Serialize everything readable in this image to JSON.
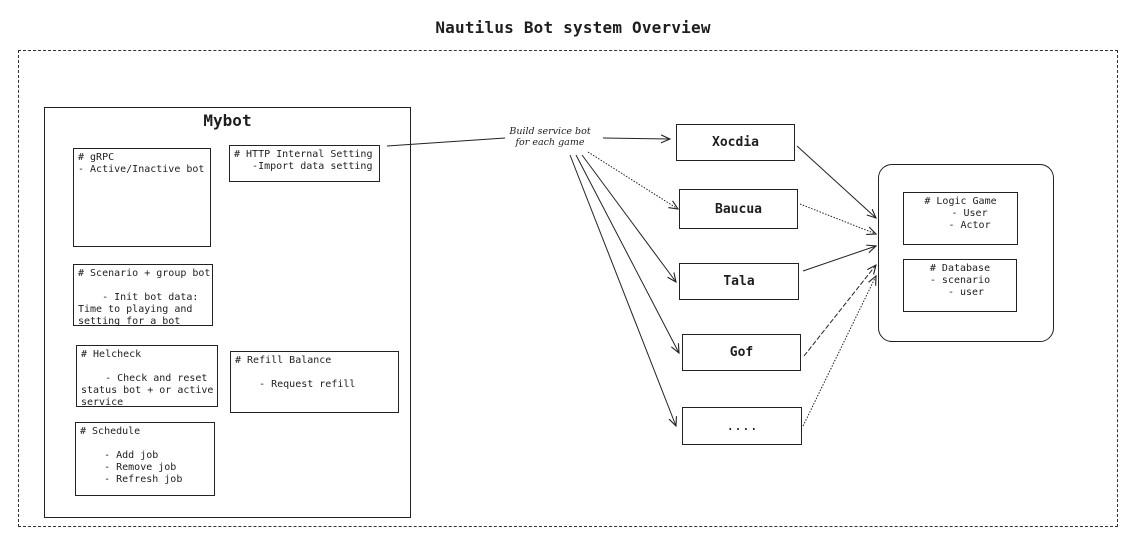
{
  "title": "Nautilus Bot system Overview",
  "mybot": {
    "title": "Mybot",
    "grpc": "# gRPC\n- Active/Inactive bot",
    "http": "# HTTP Internal Setting\n   -Import data setting",
    "scenario": "# Scenario + group bot\n\n    - Init bot data:\nTime to playing and\nsetting for a bot",
    "helcheck": "# Helcheck\n\n    - Check and reset\nstatus bot + or active\nservice",
    "refill": "# Refill Balance\n\n    - Request refill",
    "schedule": "# Schedule\n\n    - Add job\n    - Remove job\n    - Refresh job"
  },
  "arrow_note": "Build service bot\nfor each game",
  "services": [
    "Xocdia",
    "Baucua",
    "Tala",
    "Gof",
    "...."
  ],
  "storage": {
    "logic": "# Logic Game\n   - User\n   - Actor",
    "database": "# Database\n- scenario\n  - user"
  }
}
